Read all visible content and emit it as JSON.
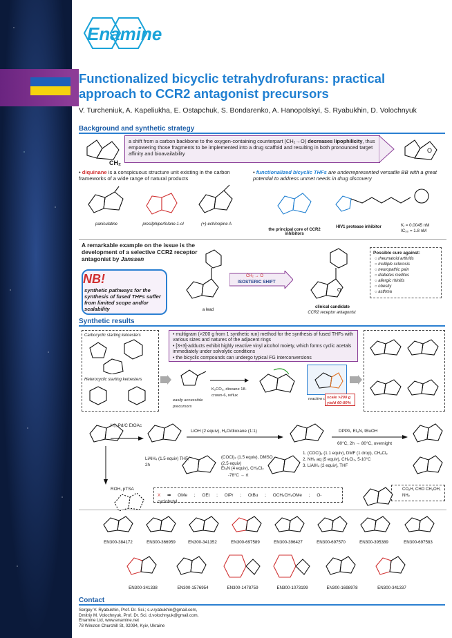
{
  "brand": {
    "name": "Enamine"
  },
  "title": "Functionalized bicyclic tetrahydrofurans: practical approach to CCR2 antagonist precursors",
  "authors": "V. Turcheniuk, A. Kapeliukha, E. Ostapchuk, S. Bondarenko, A. Hanopolskyi, S. Ryabukhin, D. Volochnyuk",
  "sections": {
    "background": "Background and synthetic strategy",
    "results": "Synthetic results",
    "contact": "Contact"
  },
  "strategy_text_1": "a shift from a carbon backbone to the oxygen-containing counterpart (CH₂→O) ",
  "strategy_bold": "decreases lipophilicity",
  "strategy_text_2": ", thus empowering those fragments to be implemented into a drug scaffold and resulting in both pronounced target affinity and bioavailability",
  "bullet_left_head": "diquinane",
  "bullet_left": " is a conspicuous structure unit existing in the carbon frameworks of a wide range of natural products",
  "bullet_right_head": "functionalized bicyclic THFs",
  "bullet_right": " are underrepresented versatile BB with a great potential to address unmet needs in drug discovery",
  "natural_products": [
    "paniculatine",
    "presilphiperfolane-1-ol",
    "(+)-echinopine A"
  ],
  "core_label": "the principal core of CCR2 inhibitors",
  "hiv_label": "HIV1 protease inhibitor",
  "ki": "Kᵢ = 0.0045 nM",
  "ic50": "IC₅₀ = 1.8 nM",
  "remark": "A remarkable example on the issue is the development of a selective CCR2 receptor antagonist by ",
  "remark_company": "Janssen",
  "nb_tag": "NB!",
  "nb_text": "synthetic pathways for the synthesis of fused THFs suffer from limited scope and/or scalability",
  "lead_label": "a lead",
  "isosteric": "ISOSTERIC SHIFT",
  "clinical_label": "clinical candidate",
  "clinical_sub": "CCR2 receptor antagonist",
  "cure_head": "Possible cure against:",
  "cures": [
    "rheumatoid arthritis",
    "multiple sclerosis",
    "neuropathic pain",
    "diabetes mellitus",
    "allergic rhinitis",
    "obesity",
    "asthma"
  ],
  "results_bullets": [
    "multigram (>200 g from 1 synthetic run) method for the synthesis of fused THFs with various sizes and natures of the adjacent rings",
    "[3+3]-adducts exhibit highly reactive vinyl alcohol moiety, which forms cyclic acetals immediately under solvolytic conditions",
    "the bicyclic compounds can undergo typical FG interconversions"
  ],
  "carbocyclic_label": "Carbocyclic starting ketoesters",
  "heterocyclic_label": "Heterocyclic starting ketoesters",
  "easy_label": "easily accessible precursors",
  "reagents_1": "K₂CO₃, dioxane 18-crown-6, reflux",
  "reactive_bond": "reactive double bond",
  "scale": "scale >200 g",
  "yield": "yield 60-80%",
  "steps": {
    "hydrog": "H₂, Pd/C EtOAc",
    "lioh": "LiOH (2 equiv), H₂O/dioxane (1:1)",
    "dppa": "DPPA, Et₃N, tBuOH",
    "dppa2": "60°C, 2h → 80°C, overnight",
    "amide1": "1. (COCl)₂ (1.1 equiv), DMF (1 drop), CH₂Cl₂",
    "amide2": "2. NH₃ aq (5 equiv), CH₂Cl₂, 5-10°C",
    "amide3": "3. LiAlH₄ (2 equiv), THF",
    "lialh4": "LiAlH₄ (1.5 equiv) THF, 2h",
    "swern1": "(COCl)₂ (1.5 equiv), DMSO (2.5 equiv)",
    "swern2": "Et₃N (4 equiv), CH₂Cl₂",
    "swern3": "-78°C → rt",
    "acetal": "ROH, pTSA",
    "x_groups": [
      "OMe",
      "OEt",
      "OiPr",
      "OtBu",
      "OCH₂CH₂OMe",
      "O-cyclobutyl"
    ],
    "r_groups": "CO₂H, CHO CH₂OH, NH₂"
  },
  "compounds_row1": [
    "EN300-384172",
    "EN300-366959",
    "EN300-341352",
    "EN300-697589",
    "EN300-396427",
    "EN300-697570",
    "EN300-395389",
    "EN300-697583"
  ],
  "compounds_row2": [
    "EN300-341338",
    "EN300-1576954",
    "EN300-1478759",
    "EN300-1073199",
    "EN300-1698978",
    "EN300-341337"
  ],
  "contact_lines": [
    "Sergey V. Ryabukhin, Prof. Dr. Sci.; s.v.ryabukhin@gmail.com,",
    "Dmitriy M. Volochnyuk, Prof. Dr. Sci. d.volochnyuk@gmail.com,",
    "Enamine Ltd, www.enamine.net",
    "78 Winston Churchill St, 02094, Kyiv, Ukraine"
  ]
}
